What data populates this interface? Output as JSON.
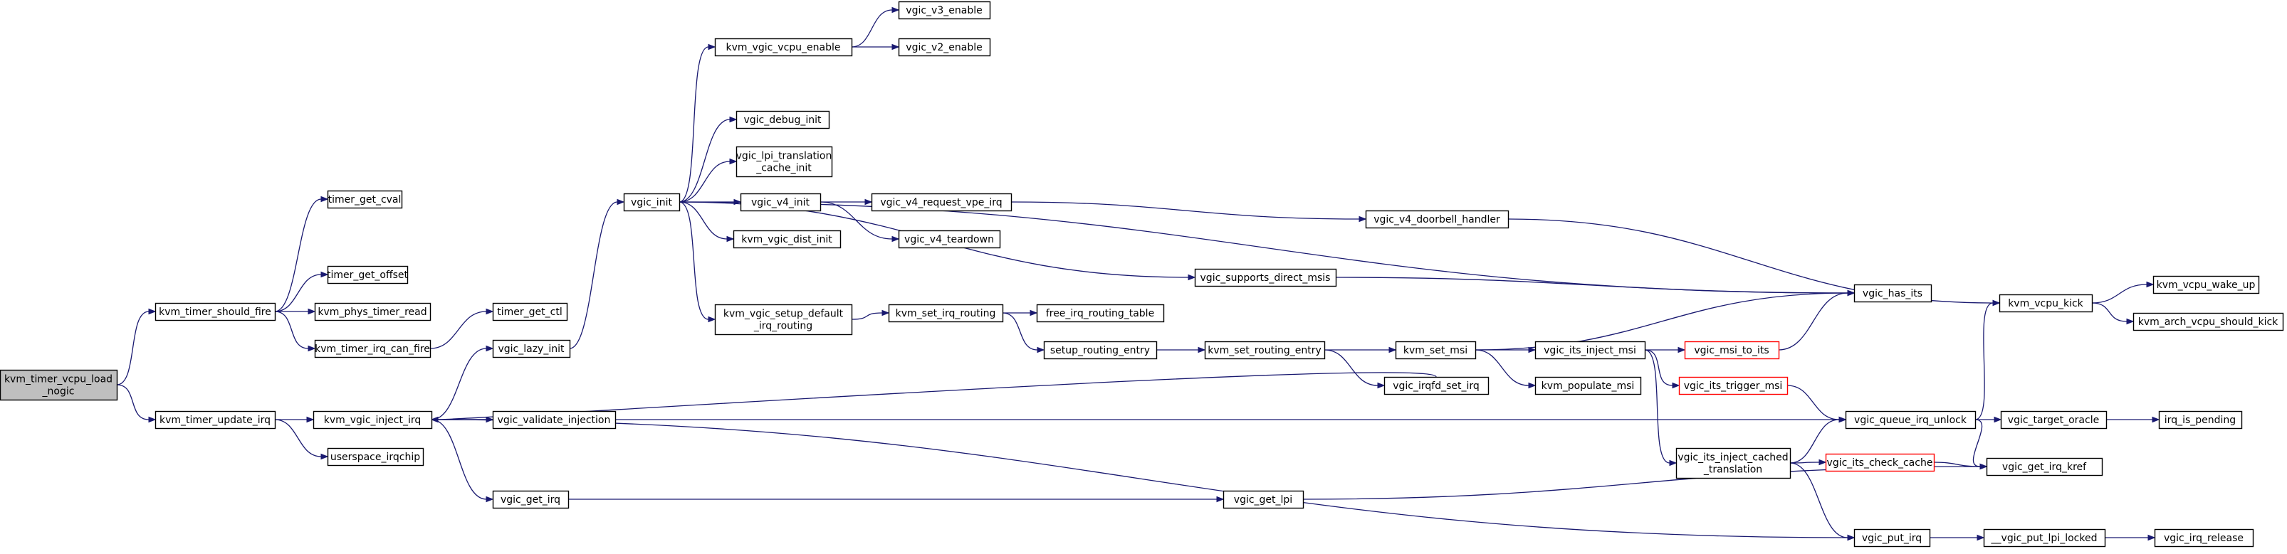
{
  "graph": {
    "colors": {
      "edge": "#191970",
      "node_border": "#000000",
      "truncated_border": "#ff0000",
      "root_fill": "#bfbfbf",
      "node_fill": "#ffffff"
    },
    "nodes": [
      {
        "id": "root",
        "lines": [
          "kvm_timer_vcpu_load",
          "_nogic"
        ],
        "kind": "root"
      },
      {
        "id": "should_fire",
        "lines": [
          "kvm_timer_should_fire"
        ]
      },
      {
        "id": "update_irq",
        "lines": [
          "kvm_timer_update_irq"
        ]
      },
      {
        "id": "get_cval",
        "lines": [
          "timer_get_cval"
        ]
      },
      {
        "id": "get_offset",
        "lines": [
          "timer_get_offset"
        ]
      },
      {
        "id": "phys_read",
        "lines": [
          "kvm_phys_timer_read"
        ]
      },
      {
        "id": "can_fire",
        "lines": [
          "kvm_timer_irq_can_fire"
        ]
      },
      {
        "id": "get_ctl",
        "lines": [
          "timer_get_ctl"
        ]
      },
      {
        "id": "userspace",
        "lines": [
          "userspace_irqchip"
        ]
      },
      {
        "id": "inject_irq",
        "lines": [
          "kvm_vgic_inject_irq"
        ]
      },
      {
        "id": "lazy_init",
        "lines": [
          "vgic_lazy_init"
        ]
      },
      {
        "id": "validate",
        "lines": [
          "vgic_validate_injection"
        ]
      },
      {
        "id": "get_irq",
        "lines": [
          "vgic_get_irq"
        ]
      },
      {
        "id": "vgic_init",
        "lines": [
          "vgic_init"
        ]
      },
      {
        "id": "vcpu_enable",
        "lines": [
          "kvm_vgic_vcpu_enable"
        ]
      },
      {
        "id": "v3_enable",
        "lines": [
          "vgic_v3_enable"
        ]
      },
      {
        "id": "v2_enable",
        "lines": [
          "vgic_v2_enable"
        ]
      },
      {
        "id": "debug_init",
        "lines": [
          "vgic_debug_init"
        ]
      },
      {
        "id": "lpi_cache",
        "lines": [
          "vgic_lpi_translation",
          "_cache_init"
        ]
      },
      {
        "id": "v4_init",
        "lines": [
          "vgic_v4_init"
        ]
      },
      {
        "id": "dist_init",
        "lines": [
          "kvm_vgic_dist_init"
        ]
      },
      {
        "id": "setup_default",
        "lines": [
          "kvm_vgic_setup_default",
          "_irq_routing"
        ]
      },
      {
        "id": "v4_req",
        "lines": [
          "vgic_v4_request_vpe_irq"
        ]
      },
      {
        "id": "v4_teardown",
        "lines": [
          "vgic_v4_teardown"
        ]
      },
      {
        "id": "doorbell",
        "lines": [
          "vgic_v4_doorbell_handler"
        ]
      },
      {
        "id": "direct_msis",
        "lines": [
          "vgic_supports_direct_msis"
        ]
      },
      {
        "id": "set_routing",
        "lines": [
          "kvm_set_irq_routing"
        ]
      },
      {
        "id": "free_table",
        "lines": [
          "free_irq_routing_table"
        ]
      },
      {
        "id": "setup_entry",
        "lines": [
          "setup_routing_entry"
        ]
      },
      {
        "id": "set_entry",
        "lines": [
          "kvm_set_routing_entry"
        ]
      },
      {
        "id": "set_msi",
        "lines": [
          "kvm_set_msi"
        ]
      },
      {
        "id": "irqfd",
        "lines": [
          "vgic_irqfd_set_irq"
        ]
      },
      {
        "id": "populate",
        "lines": [
          "kvm_populate_msi"
        ]
      },
      {
        "id": "its_inject_msi",
        "lines": [
          "vgic_its_inject_msi"
        ]
      },
      {
        "id": "has_its",
        "lines": [
          "vgic_has_its"
        ]
      },
      {
        "id": "msi_to_its",
        "lines": [
          "vgic_msi_to_its"
        ],
        "kind": "truncated"
      },
      {
        "id": "trigger_msi",
        "lines": [
          "vgic_its_trigger_msi"
        ],
        "kind": "truncated"
      },
      {
        "id": "inject_cached",
        "lines": [
          "vgic_its_inject_cached",
          "_translation"
        ]
      },
      {
        "id": "check_cache",
        "lines": [
          "vgic_its_check_cache"
        ],
        "kind": "truncated"
      },
      {
        "id": "queue_unlock",
        "lines": [
          "vgic_queue_irq_unlock"
        ]
      },
      {
        "id": "get_lpi",
        "lines": [
          "vgic_get_lpi"
        ]
      },
      {
        "id": "put_irq",
        "lines": [
          "vgic_put_irq"
        ]
      },
      {
        "id": "put_lpi",
        "lines": [
          "__vgic_put_lpi_locked"
        ]
      },
      {
        "id": "irq_release",
        "lines": [
          "vgic_irq_release"
        ]
      },
      {
        "id": "vcpu_kick",
        "lines": [
          "kvm_vcpu_kick"
        ]
      },
      {
        "id": "wake_up",
        "lines": [
          "kvm_vcpu_wake_up"
        ]
      },
      {
        "id": "should_kick",
        "lines": [
          "kvm_arch_vcpu_should_kick"
        ]
      },
      {
        "id": "target_oracle",
        "lines": [
          "vgic_target_oracle"
        ]
      },
      {
        "id": "irq_kref",
        "lines": [
          "vgic_get_irq_kref"
        ]
      },
      {
        "id": "is_pending",
        "lines": [
          "irq_is_pending"
        ]
      }
    ],
    "edges": [
      [
        "root",
        "should_fire"
      ],
      [
        "root",
        "update_irq"
      ],
      [
        "should_fire",
        "get_cval"
      ],
      [
        "should_fire",
        "get_offset"
      ],
      [
        "should_fire",
        "phys_read"
      ],
      [
        "should_fire",
        "can_fire"
      ],
      [
        "can_fire",
        "get_ctl"
      ],
      [
        "update_irq",
        "inject_irq"
      ],
      [
        "update_irq",
        "userspace"
      ],
      [
        "inject_irq",
        "lazy_init"
      ],
      [
        "inject_irq",
        "validate"
      ],
      [
        "inject_irq",
        "get_irq"
      ],
      [
        "inject_irq",
        "queue_unlock"
      ],
      [
        "inject_irq",
        "put_irq"
      ],
      [
        "lazy_init",
        "vgic_init"
      ],
      [
        "vgic_init",
        "vcpu_enable"
      ],
      [
        "vgic_init",
        "debug_init"
      ],
      [
        "vgic_init",
        "lpi_cache"
      ],
      [
        "vgic_init",
        "v4_init"
      ],
      [
        "vgic_init",
        "dist_init"
      ],
      [
        "vgic_init",
        "setup_default"
      ],
      [
        "vgic_init",
        "direct_msis"
      ],
      [
        "vgic_init",
        "has_its"
      ],
      [
        "vcpu_enable",
        "v3_enable"
      ],
      [
        "vcpu_enable",
        "v2_enable"
      ],
      [
        "v4_init",
        "v4_req"
      ],
      [
        "v4_init",
        "v4_teardown"
      ],
      [
        "v4_req",
        "doorbell"
      ],
      [
        "doorbell",
        "vcpu_kick"
      ],
      [
        "direct_msis",
        "has_its"
      ],
      [
        "setup_default",
        "set_routing"
      ],
      [
        "set_routing",
        "free_table"
      ],
      [
        "set_routing",
        "setup_entry"
      ],
      [
        "setup_entry",
        "set_entry"
      ],
      [
        "set_entry",
        "set_msi"
      ],
      [
        "set_entry",
        "irqfd"
      ],
      [
        "irqfd",
        "inject_irq"
      ],
      [
        "set_msi",
        "has_its"
      ],
      [
        "set_msi",
        "its_inject_msi"
      ],
      [
        "set_msi",
        "populate"
      ],
      [
        "its_inject_msi",
        "msi_to_its"
      ],
      [
        "its_inject_msi",
        "trigger_msi"
      ],
      [
        "its_inject_msi",
        "inject_cached"
      ],
      [
        "msi_to_its",
        "has_its"
      ],
      [
        "trigger_msi",
        "queue_unlock"
      ],
      [
        "inject_cached",
        "queue_unlock"
      ],
      [
        "inject_cached",
        "check_cache"
      ],
      [
        "inject_cached",
        "put_irq"
      ],
      [
        "check_cache",
        "irq_kref"
      ],
      [
        "queue_unlock",
        "vcpu_kick"
      ],
      [
        "queue_unlock",
        "target_oracle"
      ],
      [
        "queue_unlock",
        "irq_kref"
      ],
      [
        "get_irq",
        "get_lpi"
      ],
      [
        "get_lpi",
        "irq_kref"
      ],
      [
        "put_irq",
        "put_lpi"
      ],
      [
        "put_lpi",
        "irq_release"
      ],
      [
        "vcpu_kick",
        "wake_up"
      ],
      [
        "vcpu_kick",
        "should_kick"
      ],
      [
        "target_oracle",
        "is_pending"
      ]
    ]
  }
}
